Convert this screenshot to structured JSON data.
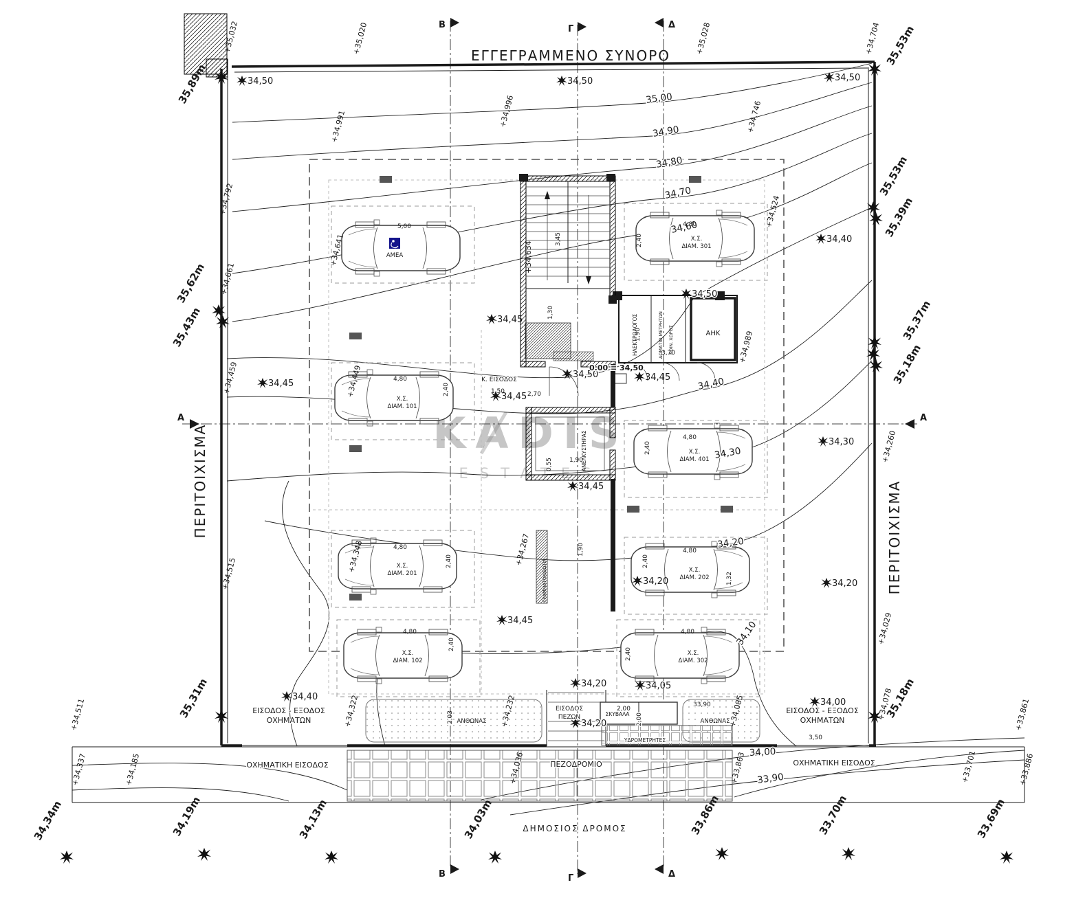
{
  "title": "ΕΓΓΕΓΡΑΜΜΕΝΟ ΣΥΝΟΡΟ",
  "watermark": {
    "name": "KADIS",
    "sub": "ESTATES"
  },
  "perimeter": {
    "left_wall": "ΠΕΡΙΤΟΙΧΙΣΜΑ",
    "right_wall": "ΠΕΡΙΤΟΙΧΙΣΜΑ"
  },
  "section_marks": {
    "b": "Β",
    "g": "Γ",
    "d": "Δ",
    "a": "Α"
  },
  "wall_elevations": [
    "35,89m",
    "35,62m",
    "35,43m",
    "35,31m",
    "35,53m",
    "35,53m",
    "35,39m",
    "35,37m",
    "35,18m",
    "35,18m"
  ],
  "street_elevations": [
    "34,34m",
    "34,19m",
    "34,13m",
    "34,03m",
    "33,86m",
    "33,70m",
    "33,69m"
  ],
  "survey_points": [
    "+35,032",
    "+35,020",
    "+35,028",
    "+34,704",
    "+34,991",
    "+34,996",
    "+34,746",
    "+34,792",
    "+34,524",
    "+34,661",
    "+34,641",
    "+34,634",
    "+34,459",
    "+34,449",
    "+34,989",
    "+34,260",
    "+34,515",
    "+34,348",
    "+34,267",
    "+34,029",
    "+34,511",
    "+34,322",
    "+34,232",
    "+34,085",
    "+34,078",
    "+33,861",
    "+34,337",
    "+34,185",
    "+34,036",
    "+33,863",
    "+33,701",
    "+33,886"
  ],
  "spot_elevations": [
    "34,50",
    "34,50",
    "34,50",
    "34,40",
    "34,50",
    "34,45",
    "34,45",
    "34,45",
    "34,50",
    "34,45",
    "34,30",
    "34,45",
    "34,20",
    "34,20",
    "34,45",
    "34,40",
    "34,20",
    "34,05",
    "34,00",
    "33,90",
    "34,20"
  ],
  "contour_labels": [
    "35,00",
    "34,90",
    "34,80",
    "34,70",
    "34,60",
    "34,40",
    "34,30",
    "34,20",
    "34,10",
    "34,00",
    "33,90"
  ],
  "parking_spaces": [
    {
      "a": "ΑΜΕΑ",
      "b": ""
    },
    {
      "a": "Χ.Σ.",
      "b": "ΔΙΑΜ. 101"
    },
    {
      "a": "Χ.Σ.",
      "b": "ΔΙΑΜ. 201"
    },
    {
      "a": "Χ.Σ.",
      "b": "ΔΙΑΜ. 102"
    },
    {
      "a": "Χ.Σ.",
      "b": "ΔΙΑΜ. 301"
    },
    {
      "a": "Χ.Σ.",
      "b": "ΔΙΑΜ. 401"
    },
    {
      "a": "Χ.Σ.",
      "b": "ΔΙΑΜ. 202"
    },
    {
      "a": "Χ.Σ.",
      "b": "ΔΙΑΜ. 302"
    }
  ],
  "dimensions": {
    "amea_w": "5,00",
    "bay_w": "4,80",
    "bay_d": "2,40",
    "side_202": "1,32",
    "stair_w": "3,45",
    "ramp": "1,30",
    "meters_w": "3,70",
    "meters_d": "1,90",
    "elev_w": "1,90",
    "elev_d": "0,55",
    "corridor": "1,90",
    "ent_a": "1,50",
    "ent_b": "2,70",
    "walk": "2,03",
    "bin": "2,00",
    "drive": "3,50"
  },
  "rooms": {
    "electrical": "ΗΛΕΚΤΡΟΛΟΓΟΣ",
    "meters_a": "ΔΩΜΑΤΙΟ ΜΕΤΡΗΤΩΝ",
    "meters_b": "ΚΟΙΝ. ΧΩΡΟΣ",
    "ahk": "ΑΗΚ",
    "elevator": "ΑΝΕΛΚΥΣΤΗΡΑΣ",
    "mailboxes": "ΓΡΑΜΜΑΤΟΚΙΒΩΤΙΑ"
  },
  "entrance": {
    "label": "Κ. ΕΙΣΟΔΟΣ",
    "level": "0.00 ≡ 34,50"
  },
  "site": {
    "veh_io_a": "ΕΙΣΟΔΟΣ - ΕΞΟΔΟΣ",
    "veh_io_b": "ΟΧΗΜΑΤΩΝ",
    "veh_entry": "ΟΧΗΜΑΤΙΚΗ ΕΙΣΟΔΟΣ",
    "sidewalk": "ΠΕΖΟΔΡΟΜΙΟ",
    "road": "ΔΗΜΟΣΙΟΣ ΔΡΟΜΟΣ",
    "ped_a": "ΕΙΣΟΔΟΣ",
    "ped_b": "ΠΕΖΩΝ",
    "flowerbed": "ΑΝΘΩΝΑΣ",
    "garbage": "ΣΚΥΒΑΛΑ",
    "water_meters": "ΥΔΡΟΜΕΤΡΗΤΕΣ"
  }
}
